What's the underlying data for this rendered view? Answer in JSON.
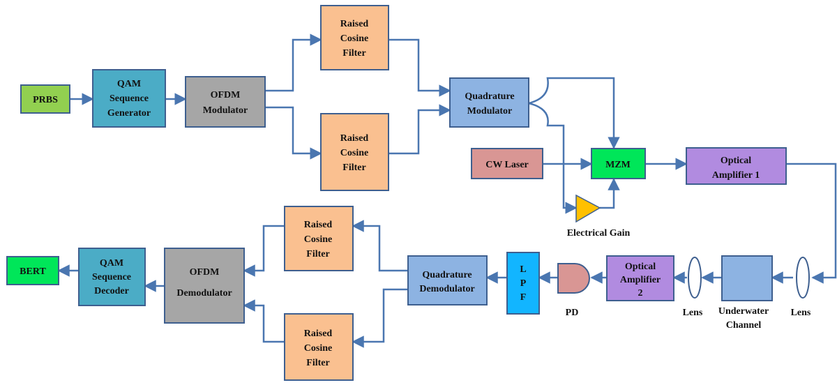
{
  "colors": {
    "green": "#92d050",
    "teal": "#4bacc6",
    "gray": "#a6a6a6",
    "orange": "#fac090",
    "lightblue": "#8db3e2",
    "red": "#d99694",
    "brightgreen": "#00e659",
    "purple": "#b18be0",
    "cyan": "#12b5ff",
    "yellow": "#ffc000",
    "wire": "#4a76b0"
  },
  "blocks": {
    "prbs": [
      "PRBS"
    ],
    "qam_gen": [
      "QAM",
      "Sequence",
      "Generator"
    ],
    "ofdm_mod": [
      "OFDM",
      "Modulator"
    ],
    "rcf_tx_top": [
      "Raised",
      "Cosine",
      "Filter"
    ],
    "rcf_tx_bottom": [
      "Raised",
      "Cosine",
      "Filter"
    ],
    "quad_mod": [
      "Quadrature",
      "Modulator"
    ],
    "cw_laser": [
      "CW Laser"
    ],
    "mzm": [
      "MZM"
    ],
    "opt_amp1": [
      "Optical",
      "Amplifier 1"
    ],
    "electrical_gain": [
      "Electrical Gain"
    ],
    "underwater_channel": [
      "Underwater",
      "Channel"
    ],
    "lens_right": [
      "Lens"
    ],
    "lens_left": [
      "Lens"
    ],
    "opt_amp2": [
      "Optical",
      "Amplifier",
      "2"
    ],
    "pd": [
      "PD"
    ],
    "lpf": [
      "L",
      "P",
      "F"
    ],
    "quad_demod": [
      "Quadrature",
      "Demodulator"
    ],
    "rcf_rx_top": [
      "Raised",
      "Cosine",
      "Filter"
    ],
    "rcf_rx_bottom": [
      "Raised",
      "Cosine",
      "Filter"
    ],
    "ofdm_demod": [
      "OFDM",
      "Demodulator"
    ],
    "qam_dec": [
      "QAM",
      "Sequence",
      "Decoder"
    ],
    "bert": [
      "BERT"
    ]
  }
}
